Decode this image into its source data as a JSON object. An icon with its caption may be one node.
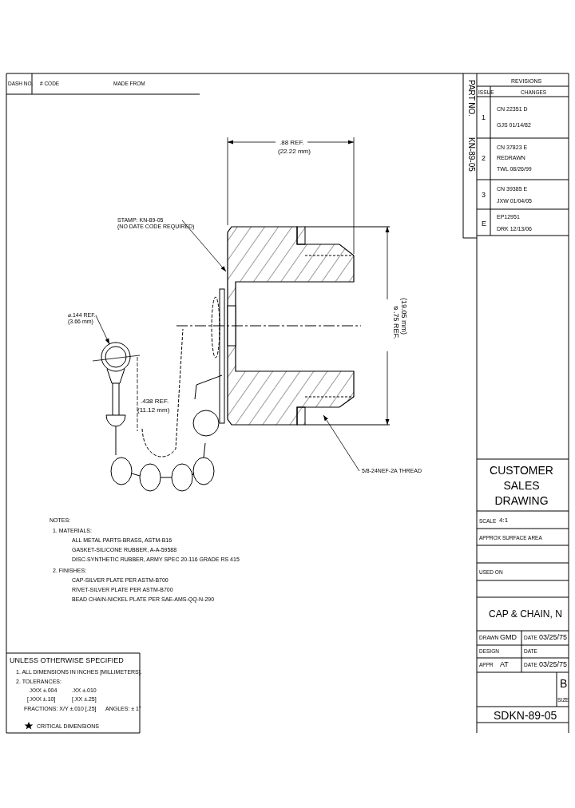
{
  "diagram": {
    "nodes": [
      {
        "text": [
          "STAMP: KN-89-05",
          "(NO DATE CODE REQUIRED)"
        ]
      },
      {
        "text": [
          "⌀.144 REF.",
          "(3.66 mm)"
        ]
      },
      {
        "text": [
          "5/8-24NEF-2A THREAD"
        ]
      },
      {
        "text": [],
        "shape": "picture"
      },
      {
        "text": [],
        "shape": "picture"
      }
    ],
    "edges": [
      {
        "from": 0,
        "to": 4,
        "arrow": "to"
      },
      {
        "from": 1,
        "to": 3,
        "arrow": "to"
      },
      {
        "from": 2,
        "to": 4,
        "arrow": "to"
      }
    ],
    "labels": [
      "DASH NO.",
      "# CODE",
      "MADE FROM",
      "PART NO.",
      "KN-89-05",
      "REVISIONS",
      "ISSUE",
      "CHANGES",
      "1",
      "CN 22351 D",
      "GJS 01/14/82",
      "2",
      "CN 37823 E",
      "REDRAWN",
      "TWL 08/26/99",
      "3",
      "CN 39385 E",
      "JXW 01/04/05",
      "E",
      "EP12951",
      "DRK 12/13/06",
      ".88 REF.",
      "(22.22 mm)",
      "⌀.75 REF.",
      "(19.05 mm)",
      ".438 REF.",
      "(11.12 mm)",
      "NOTES:",
      "1. MATERIALS:",
      "ALL METAL PARTS-BRASS, ASTM-B16",
      "GASKET-SILICONE RUBBER, A-A-59588",
      "DISC-SYNTHETIC RUBBER, ARMY SPEC 20-116 GRADE RS 415",
      "2. FINISHES:",
      "CAP-SILVER PLATE PER ASTM-B700",
      "RIVET-SILVER PLATE PER ASTM-B700",
      "BEAD CHAIN-NICKEL PLATE PER SAE-AMS-QQ-N-290",
      "CUSTOMER SALES DRAWING",
      "SCALE",
      "4:1",
      "APPROX SURFACE AREA",
      "USED ON",
      "CAP & CHAIN, N",
      "DRAWN",
      "GMD",
      "DATE",
      "03/25/75",
      "DESIGN",
      "DATE",
      "APPR",
      "AT",
      "DATE",
      "03/25/75",
      "B",
      "SIZE",
      "SDKN-89-05",
      "UNLESS OTHERWISE SPECIFIED",
      "1. ALL DIMENSIONS IN INCHES [MILLIMETERS].",
      "2. TOLERANCES:",
      ".XXX ±.004",
      ".XX ±.010",
      "[.XXX ±.10]",
      "[.XX ±.25]",
      "FRACTIONS: X/Y ±.010 [.25]",
      "ANGLES: ± 1°",
      "CRITICAL DIMENSIONS"
    ]
  }
}
